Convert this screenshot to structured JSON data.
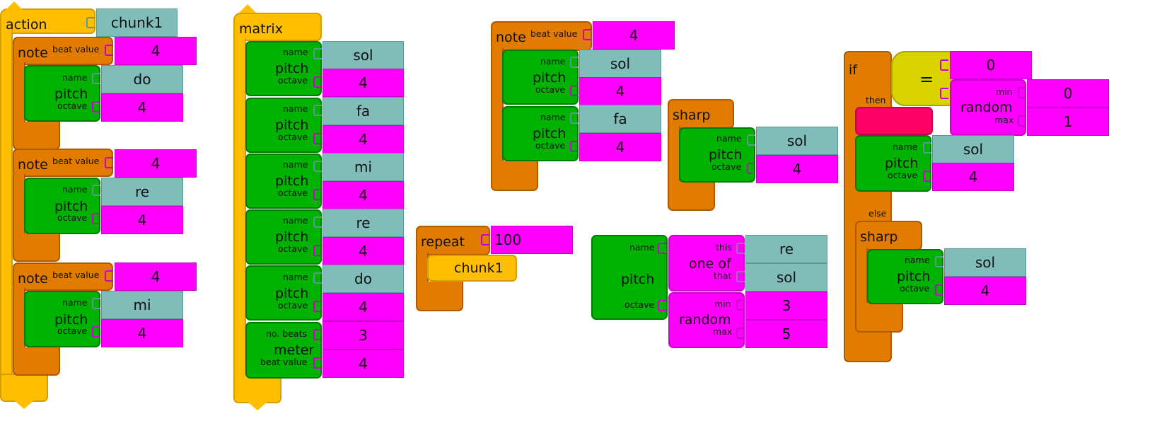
{
  "colors": {
    "flow": "#e17c00",
    "pitch": "#00b300",
    "action": "#ffbf00",
    "name_arg": "#80bcb8",
    "number_arg": "#ff00ff",
    "boolean": "#d9d400",
    "empty_slot": "#ff0066"
  },
  "labels": {
    "action": "action",
    "matrix": "matrix",
    "note": "note",
    "beat_value": "beat value",
    "pitch": "pitch",
    "name": "name",
    "octave": "octave",
    "meter": "meter",
    "no_beats": "no. beats",
    "repeat": "repeat",
    "sharp": "sharp",
    "one_of": "one of",
    "this": "this",
    "that": "that",
    "random": "random",
    "min": "min",
    "max": "max",
    "if": "if",
    "then": "then",
    "else": "else",
    "equals": "="
  },
  "action_stack": {
    "action_name": "chunk1",
    "notes": [
      {
        "beat_value": "4",
        "pitch_name": "do",
        "octave": "4"
      },
      {
        "beat_value": "4",
        "pitch_name": "re",
        "octave": "4"
      },
      {
        "beat_value": "4",
        "pitch_name": "mi",
        "octave": "4"
      }
    ]
  },
  "matrix_stack": {
    "pitches": [
      {
        "name": "sol",
        "octave": "4"
      },
      {
        "name": "fa",
        "octave": "4"
      },
      {
        "name": "mi",
        "octave": "4"
      },
      {
        "name": "re",
        "octave": "4"
      },
      {
        "name": "do",
        "octave": "4"
      }
    ],
    "meter": {
      "no_beats": "3",
      "beat_value": "4"
    }
  },
  "repeat_stack": {
    "times": "100",
    "action": "chunk1"
  },
  "note_stack": {
    "beat_value": "4",
    "pitches": [
      {
        "name": "sol",
        "octave": "4"
      },
      {
        "name": "fa",
        "octave": "4"
      }
    ]
  },
  "sharp_stack": {
    "pitch_name": "sol",
    "octave": "4"
  },
  "random_pitch": {
    "one_of_this": "re",
    "one_of_that": "sol",
    "random_min": "3",
    "random_max": "5"
  },
  "if_stack": {
    "equals_value": "0",
    "random_min": "0",
    "random_max": "1",
    "then_pitch": {
      "name": "sol",
      "octave": "4"
    },
    "else_pitch": {
      "name": "sol",
      "octave": "4"
    }
  }
}
